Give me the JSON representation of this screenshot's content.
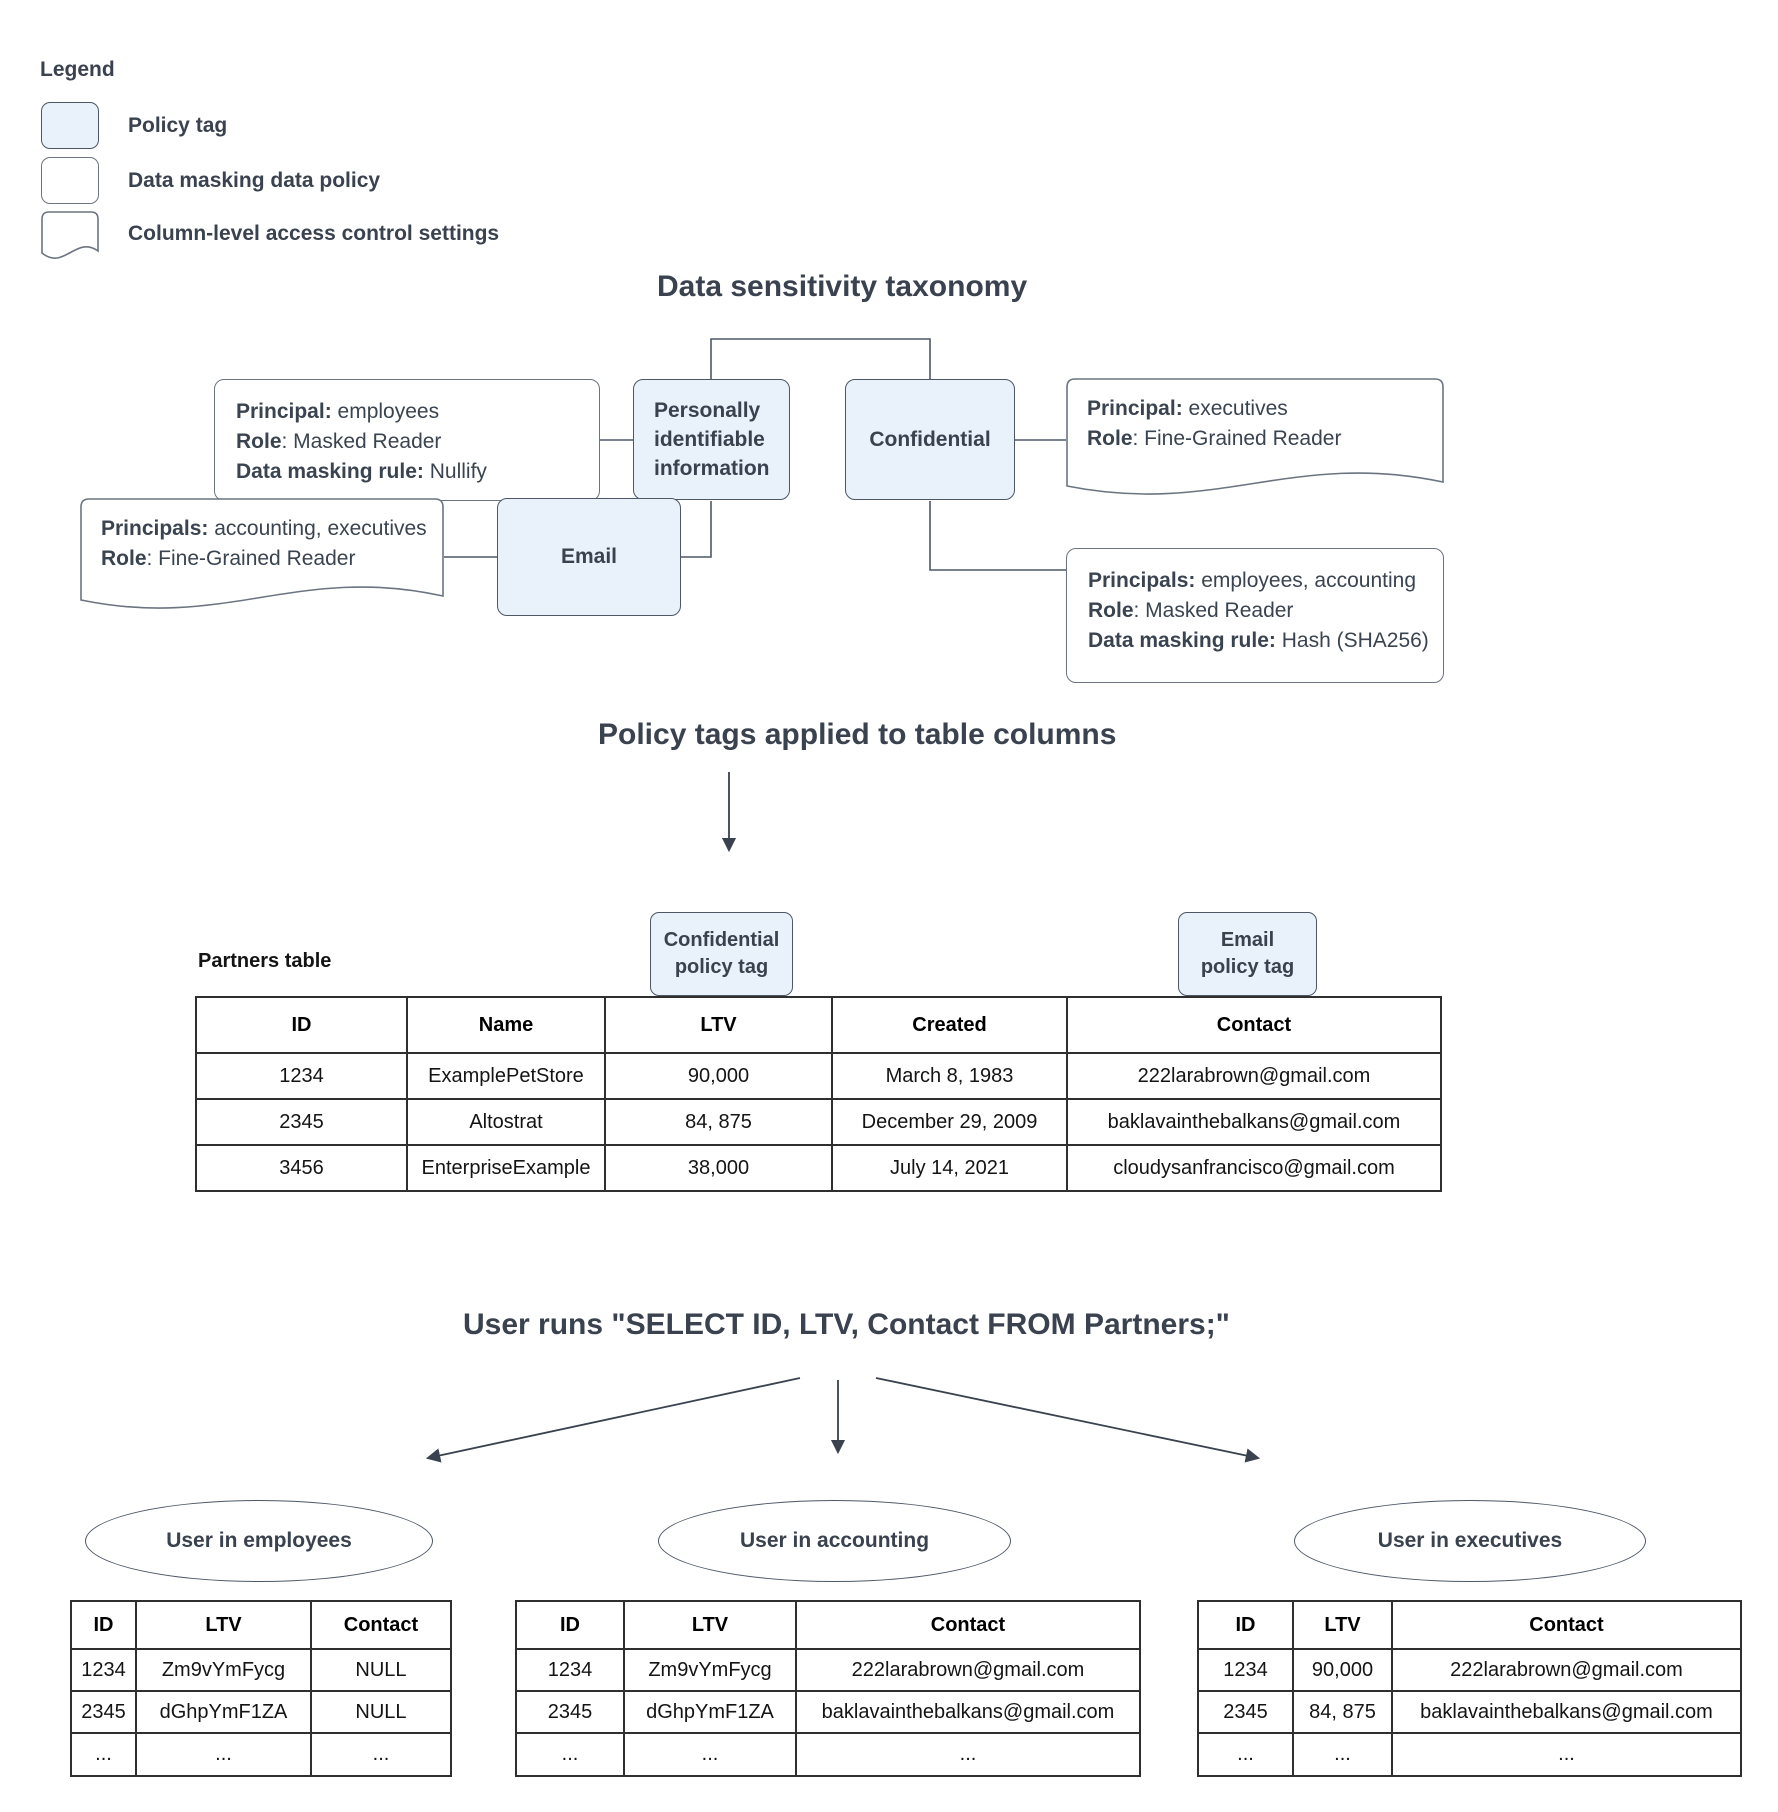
{
  "legend": {
    "title": "Legend",
    "items": [
      {
        "label": "Policy tag",
        "swatch": "policy-tag"
      },
      {
        "label": "Data masking data policy",
        "swatch": "rounded-rect"
      },
      {
        "label": "Column-level access control settings",
        "swatch": "document"
      }
    ]
  },
  "taxonomy": {
    "title": "Data sensitivity taxonomy",
    "tags": {
      "pii": "Personally identifiable information",
      "confidential": "Confidential",
      "email": "Email"
    },
    "policies": {
      "nullify": {
        "lines": [
          {
            "b": "Principal:",
            "t": " employees"
          },
          {
            "b": "Role",
            "t": ": Masked Reader"
          },
          {
            "b": "Data masking rule:",
            "t": " Nullify"
          }
        ]
      },
      "executives_acl": {
        "lines": [
          {
            "b": "Principal:",
            "t": " executives"
          },
          {
            "b": "Role",
            "t": ": Fine-Grained Reader"
          }
        ]
      },
      "accounting_acl": {
        "lines": [
          {
            "b": "Principals:",
            "t": " accounting, executives"
          },
          {
            "b": "Role",
            "t": ": Fine-Grained Reader"
          }
        ]
      },
      "hash": {
        "lines": [
          {
            "b": "Principals:",
            "t": " employees, accounting"
          },
          {
            "b": "Role",
            "t": ": Masked Reader"
          },
          {
            "b": "Data masking rule:",
            "t": " Hash (SHA256)"
          }
        ]
      }
    }
  },
  "policy_application": {
    "title": "Policy tags applied to table columns",
    "partners_label": "Partners table",
    "confidential_tag": {
      "line1": "Confidential",
      "line2": "policy tag"
    },
    "email_tag": {
      "line1": "Email",
      "line2": "policy tag"
    },
    "table": {
      "headers": [
        "ID",
        "Name",
        "LTV",
        "Created",
        "Contact"
      ],
      "rows": [
        [
          "1234",
          "ExamplePetStore",
          "90,000",
          "March 8, 1983",
          "222larabrown@gmail.com"
        ],
        [
          "2345",
          "Altostrat",
          "84, 875",
          "December 29, 2009",
          "baklavainthebalkans@gmail.com"
        ],
        [
          "3456",
          "EnterpriseExample",
          "38,000",
          "July 14, 2021",
          "cloudysanfrancisco@gmail.com"
        ]
      ]
    }
  },
  "query_section": {
    "title": "User runs \"SELECT ID, LTV, Contact FROM Partners;\"",
    "groups": [
      {
        "name": "User in employees",
        "headers": [
          "ID",
          "LTV",
          "Contact"
        ],
        "rows": [
          [
            "1234",
            "Zm9vYmFycg",
            "NULL"
          ],
          [
            "2345",
            "dGhpYmF1ZA",
            "NULL"
          ],
          [
            "...",
            "...",
            "..."
          ]
        ]
      },
      {
        "name": "User in accounting",
        "headers": [
          "ID",
          "LTV",
          "Contact"
        ],
        "rows": [
          [
            "1234",
            "Zm9vYmFycg",
            "222larabrown@gmail.com"
          ],
          [
            "2345",
            "dGhpYmF1ZA",
            "baklavainthebalkans@gmail.com"
          ],
          [
            "...",
            "...",
            "..."
          ]
        ]
      },
      {
        "name": "User in executives",
        "headers": [
          "ID",
          "LTV",
          "Contact"
        ],
        "rows": [
          [
            "1234",
            "90,000",
            "222larabrown@gmail.com"
          ],
          [
            "2345",
            "84, 875",
            "baklavainthebalkans@gmail.com"
          ],
          [
            "...",
            "...",
            "..."
          ]
        ]
      }
    ]
  },
  "colors": {
    "policy_tag_fill": "#E9F1FB",
    "outline": "#4D5866",
    "text_slate": "#3A4450",
    "table_border": "#2F2F2F"
  }
}
